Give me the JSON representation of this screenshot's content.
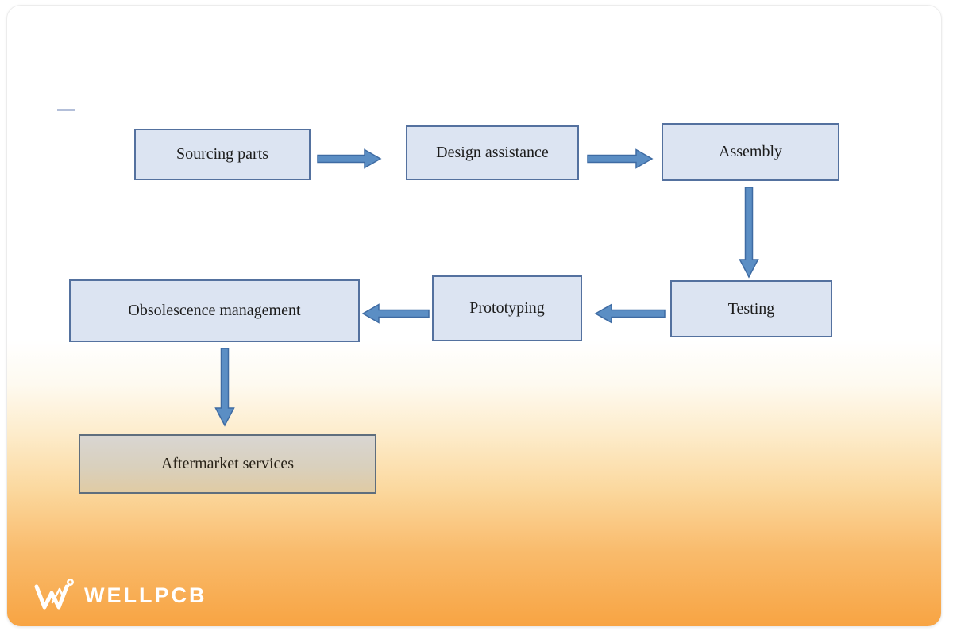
{
  "diagram": {
    "type": "flowchart",
    "nodes": [
      {
        "id": "sourcing-parts",
        "label": "Sourcing parts"
      },
      {
        "id": "design-assistance",
        "label": "Design assistance"
      },
      {
        "id": "assembly",
        "label": "Assembly"
      },
      {
        "id": "testing",
        "label": "Testing"
      },
      {
        "id": "prototyping",
        "label": "Prototyping"
      },
      {
        "id": "obsolescence-management",
        "label": "Obsolescence management"
      },
      {
        "id": "aftermarket-services",
        "label": "Aftermarket services"
      }
    ],
    "edges": [
      {
        "from": "Sourcing parts",
        "to": "Design assistance",
        "direction": "right"
      },
      {
        "from": "Design assistance",
        "to": "Assembly",
        "direction": "right"
      },
      {
        "from": "Assembly",
        "to": "Testing",
        "direction": "down"
      },
      {
        "from": "Testing",
        "to": "Prototyping",
        "direction": "left"
      },
      {
        "from": "Prototyping",
        "to": "Obsolescence management",
        "direction": "left"
      },
      {
        "from": "Obsolescence management",
        "to": "Aftermarket services",
        "direction": "down"
      }
    ],
    "colors": {
      "node_fill": "#dce4f2",
      "node_border": "#54719f",
      "arrow_fill": "#5b8ec4",
      "arrow_border": "#3e6ba3",
      "aftermarket_fill_top": "#d9d6d2",
      "aftermarket_fill_bottom": "#e0cba4",
      "aftermarket_border": "#5f6e7d",
      "background_top": "#ffffff",
      "background_bottom": "#f8a443"
    }
  },
  "footer": {
    "brand": "WELLPCB"
  }
}
